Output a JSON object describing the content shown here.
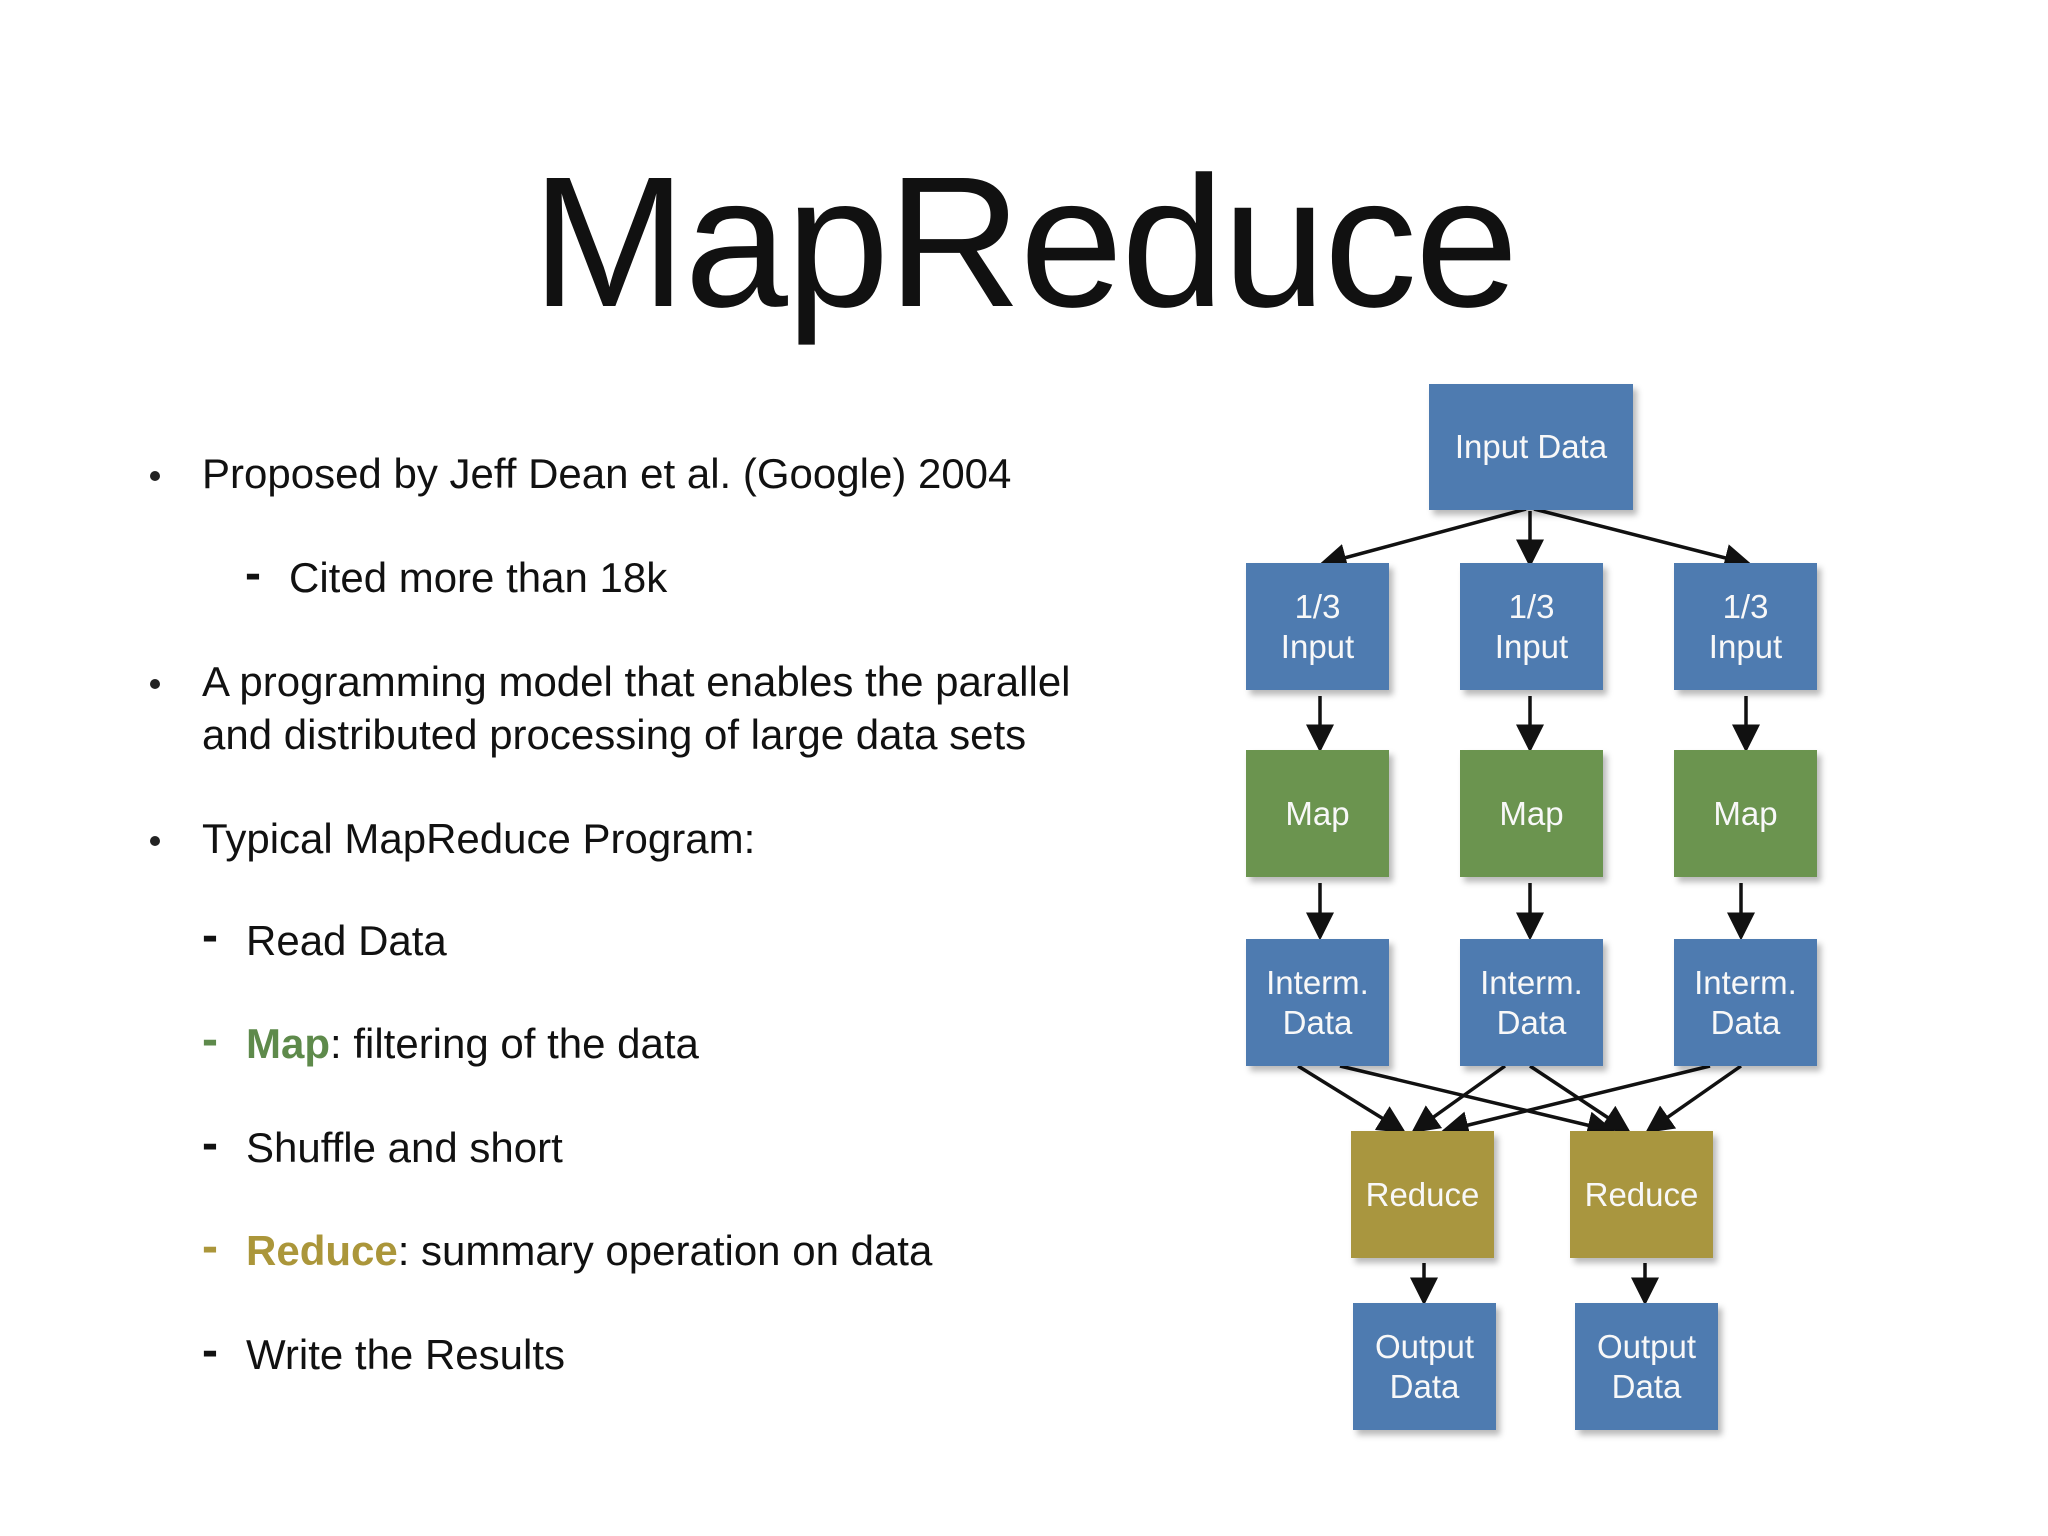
{
  "title": "MapReduce",
  "bullets": {
    "b1": "Proposed by Jeff Dean et al. (Google) 2004",
    "b1_sub": "Cited more than 18k",
    "b2_line1": "A programming model that enables the parallel",
    "b2_line2": "and distributed processing of large data sets",
    "b3": "Typical MapReduce Program:",
    "steps": {
      "read": "Read Data",
      "map_word": "Map",
      "map_rest": ": filtering of the data",
      "shuffle": "Shuffle and short",
      "reduce_word": "Reduce",
      "reduce_rest": ": summary operation on data",
      "write": "Write the Results"
    },
    "dash": "-"
  },
  "diagram": {
    "input": "Input Data",
    "split_line1": "1/3",
    "split_line2": "Input",
    "map": "Map",
    "interm_line1": "Interm.",
    "interm_line2": "Data",
    "reduce": "Reduce",
    "output_line1": "Output",
    "output_line2": "Data",
    "colors": {
      "input_output": "#4e7bb0",
      "map": "#6b944f",
      "reduce": "#a9963f"
    }
  }
}
